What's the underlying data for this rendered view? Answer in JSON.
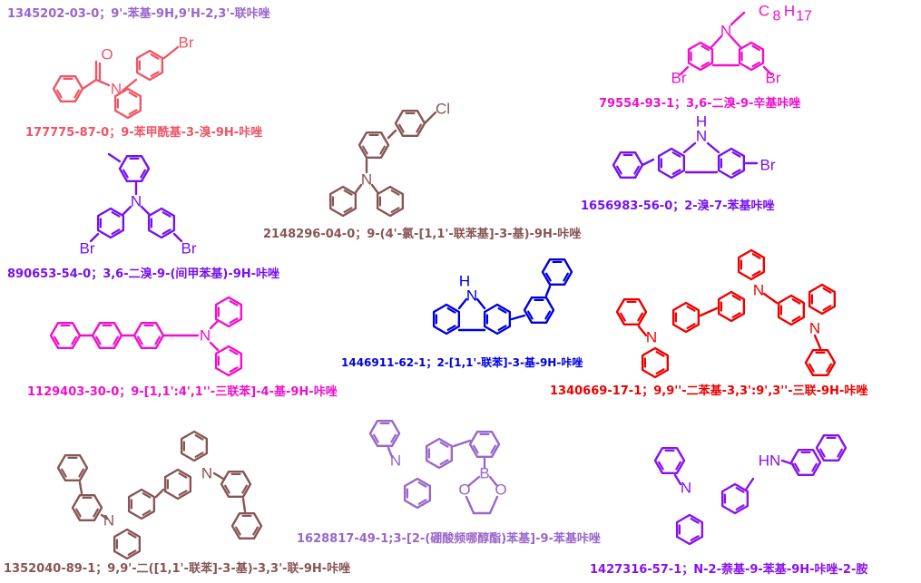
{
  "colors": {
    "lavender": "#9966cc",
    "coral": "#ee5566",
    "magenta": "#ee11cc",
    "brown": "#885555",
    "purple": "#7711ee",
    "blue": "#0000dd",
    "red": "#ee0000",
    "violet": "#8811ee"
  },
  "compounds": [
    {
      "id": "c1",
      "caption": "1345202-03-0；9'-苯基-9H,9'H-2,3'-联咔唑",
      "color": "lavender"
    },
    {
      "id": "c2",
      "caption": "177775-87-0；9-苯甲酰基-3-溴-9H-咔唑",
      "color": "coral"
    },
    {
      "id": "c3",
      "caption": "79554-93-1；3,6-二溴-9-辛基咔唑",
      "color": "magenta"
    },
    {
      "id": "c4",
      "caption": "2148296-04-0；9-(4'-氯-[1,1'-联苯基]-3-基)-9H-咔唑",
      "color": "brown"
    },
    {
      "id": "c5",
      "caption": "1656983-56-0；2-溴-7-苯基咔唑",
      "color": "purple"
    },
    {
      "id": "c6",
      "caption": "890653-54-0；3,6-二溴-9-(间甲苯基)-9H-咔唑",
      "color": "purple"
    },
    {
      "id": "c7",
      "caption": "1446911-62-1；2-[1,1'-联苯]-3-基-9H-咔唑",
      "color": "blue"
    },
    {
      "id": "c8",
      "caption": "1129403-30-0；9-[1,1':4',1''-三联苯]-4-基-9H-咔唑",
      "color": "magenta"
    },
    {
      "id": "c9",
      "caption": "1340669-17-1；9,9''-二苯基-3,3':9',3''-三联-9H-咔唑",
      "color": "red"
    },
    {
      "id": "c10",
      "caption": "1352040-89-1；9,9'-二([1,1'-联苯]-3-基)-3,3'-联-9H-咔唑",
      "color": "brown"
    },
    {
      "id": "c11",
      "caption": "1628817-49-1;3-[2-(硼酸频哪醇酯)苯基]-9-苯基咔唑",
      "color": "lavender"
    },
    {
      "id": "c12",
      "caption": "1427316-57-1；N-2-萘基-9-苯基-9H-咔唑-2-胺",
      "color": "violet"
    }
  ],
  "atoms": {
    "br": "Br",
    "n": "N",
    "o": "O",
    "cl": "Cl",
    "h": "H",
    "nh": "HN",
    "b": "B",
    "c8": "C",
    "c8sub": "8",
    "h17": "H",
    "h17sub": "17"
  }
}
